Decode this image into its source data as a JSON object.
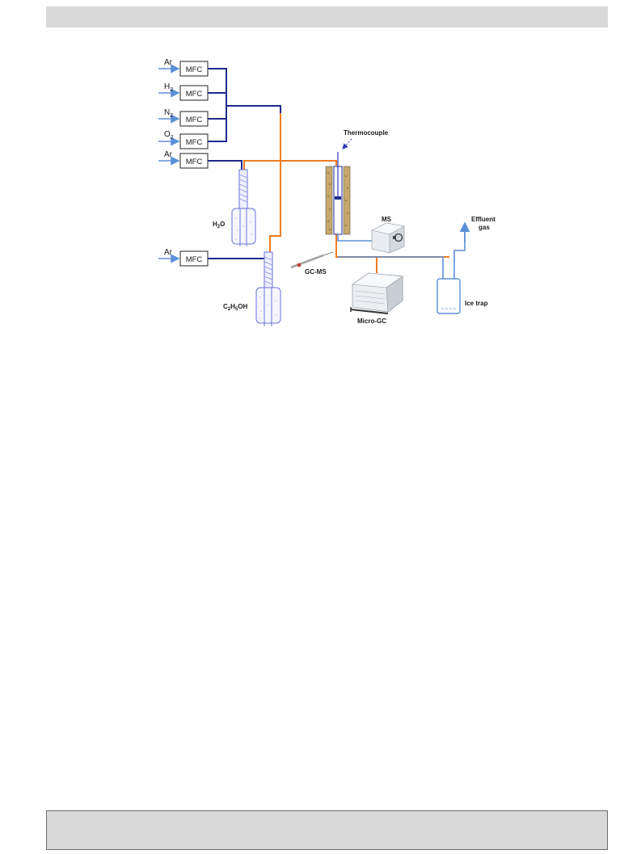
{
  "diagram": {
    "mfc_label": "MFC",
    "gases": [
      {
        "name": "Ar",
        "sub": ""
      },
      {
        "name": "H",
        "sub": "2"
      },
      {
        "name": "N",
        "sub": "2"
      },
      {
        "name": "O",
        "sub": "2"
      },
      {
        "name": "Ar",
        "sub": ""
      },
      {
        "name": "Ar",
        "sub": ""
      }
    ],
    "labels": {
      "thermocouple": "Thermocouple",
      "ms": "MS",
      "effluent_line1": "Effluent",
      "effluent_line2": "gas",
      "gc_ms": "GC-MS",
      "micro_gc": "Micro-GC",
      "ice_trap": "Ice trap",
      "water_main": "H",
      "water_sub": "2",
      "water_end": "O",
      "ethanol_c": "C",
      "ethanol_sub1": "2",
      "ethanol_h": "H",
      "ethanol_sub2": "5",
      "ethanol_end": "OH"
    },
    "colors": {
      "dark_line": "#1f2a8c",
      "orange_line": "#ef7d22",
      "light_blue": "#5b8fd6",
      "saturator": "#6a72d8",
      "furnace": "#c8a86a"
    }
  }
}
